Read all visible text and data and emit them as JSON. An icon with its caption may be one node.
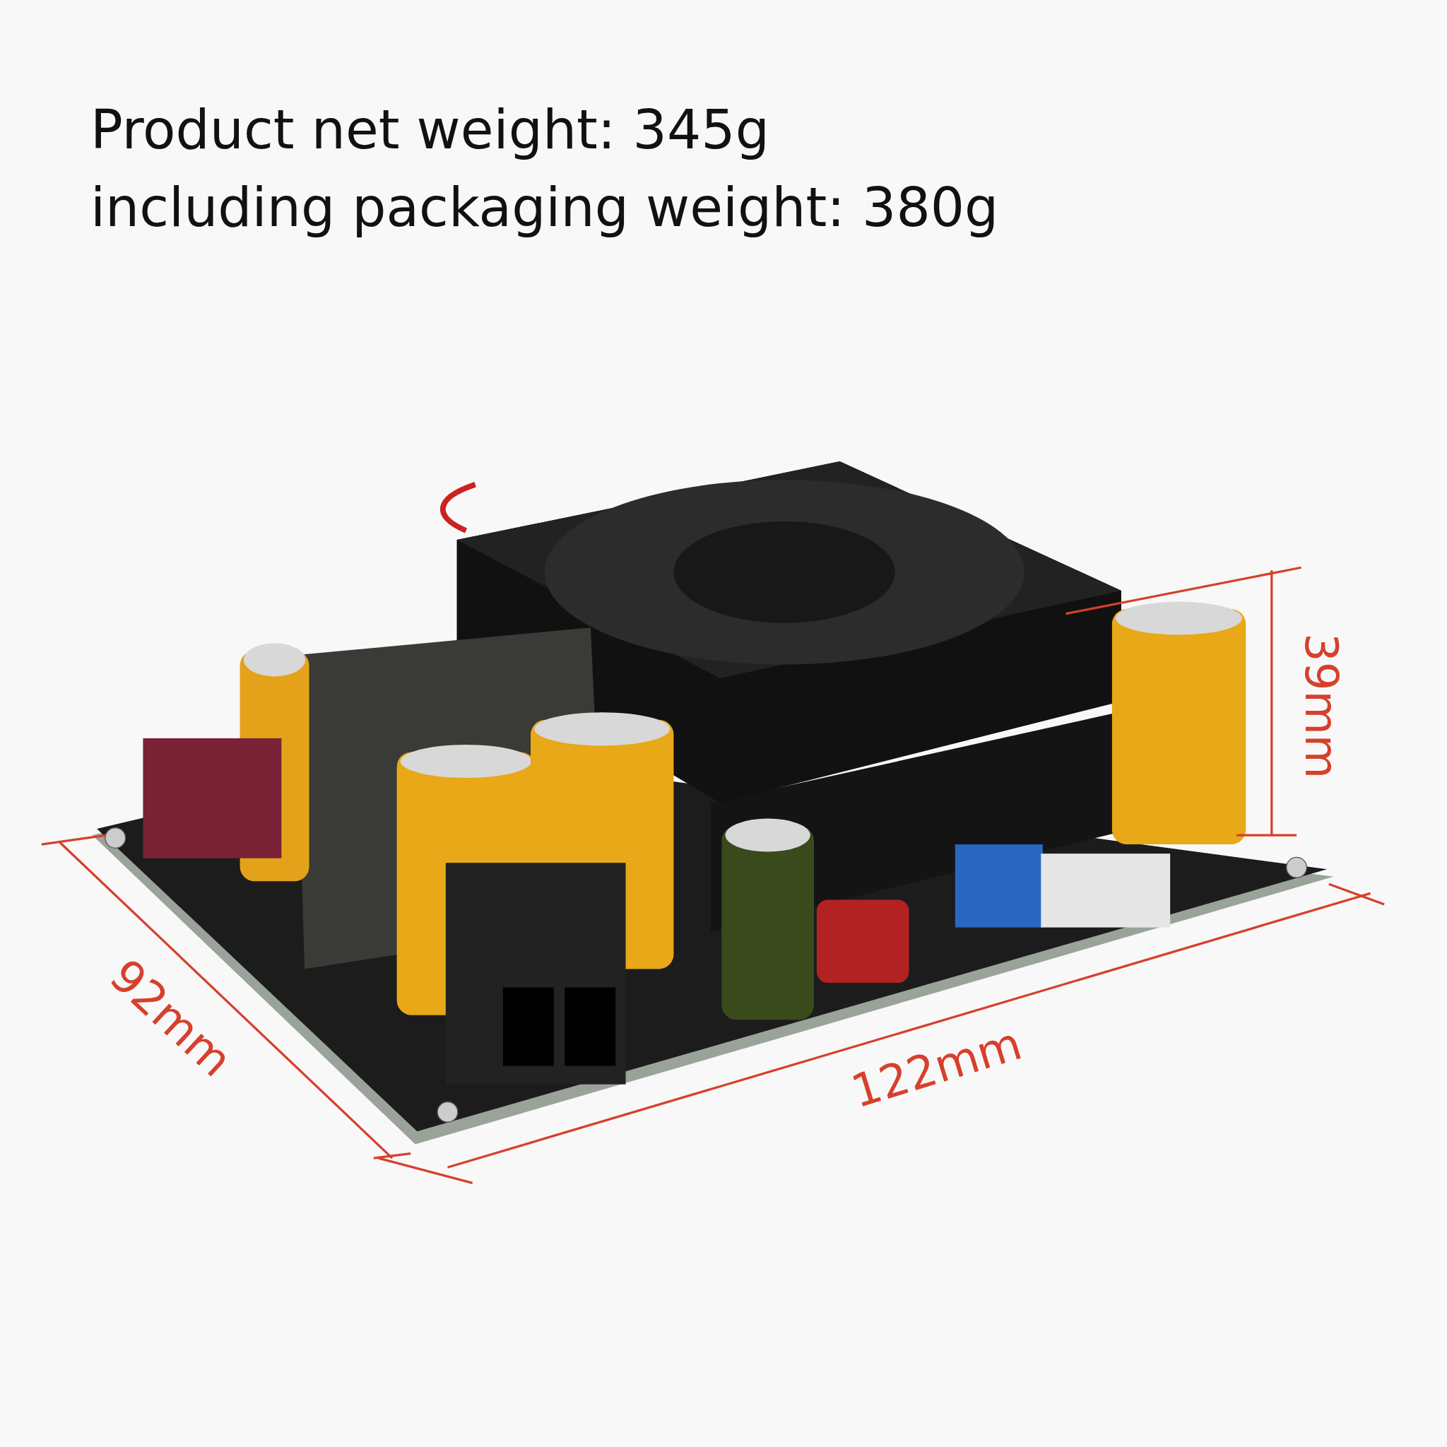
{
  "diagram": {
    "labels": [
      "Product net weight: 345g",
      "including packaging weight: 380g",
      "39mm",
      "122mm",
      "92mm"
    ]
  }
}
